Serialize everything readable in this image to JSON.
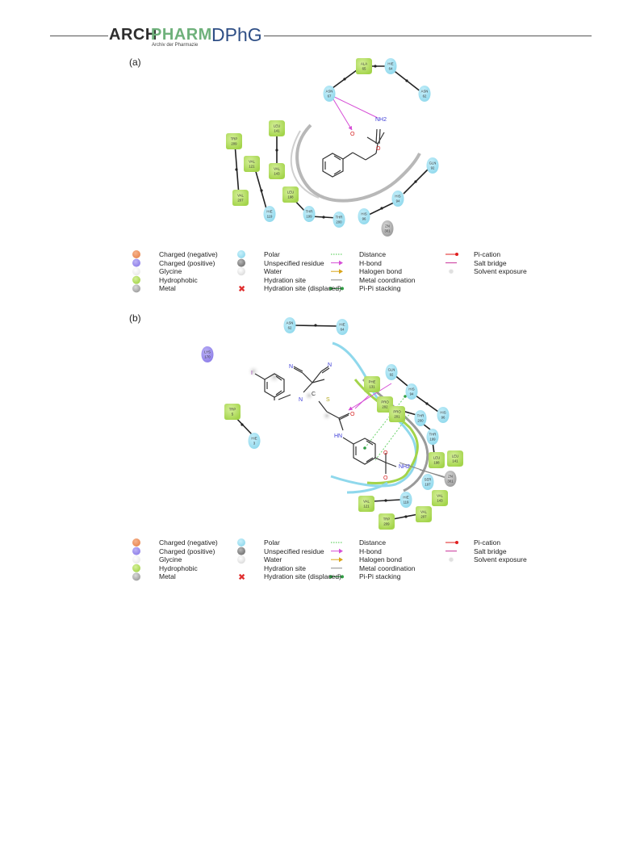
{
  "header": {
    "logo_arch": "ARCH",
    "logo_pharm": "PHARM",
    "logo_sub": "Archiv der Pharmazie",
    "logo_dphg": "DPhG"
  },
  "panels": [
    {
      "label": "(a)",
      "residues": [
        {
          "name": "ALA",
          "num": "65",
          "type": "hydrophobic"
        },
        {
          "name": "HIE",
          "num": "64",
          "type": "polar"
        },
        {
          "name": "ASN",
          "num": "67",
          "type": "polar"
        },
        {
          "name": "ASN",
          "num": "62",
          "type": "polar"
        },
        {
          "name": "TRP",
          "num": "209",
          "type": "hydrophobic"
        },
        {
          "name": "LEU",
          "num": "141",
          "type": "hydrophobic"
        },
        {
          "name": "VAL",
          "num": "121",
          "type": "hydrophobic"
        },
        {
          "name": "VAL",
          "num": "143",
          "type": "hydrophobic"
        },
        {
          "name": "VAL",
          "num": "207",
          "type": "hydrophobic"
        },
        {
          "name": "HIE",
          "num": "119",
          "type": "polar"
        },
        {
          "name": "LEU",
          "num": "198",
          "type": "hydrophobic"
        },
        {
          "name": "THR",
          "num": "199",
          "type": "polar"
        },
        {
          "name": "THR",
          "num": "200",
          "type": "polar"
        },
        {
          "name": "GLN",
          "num": "92",
          "type": "polar"
        },
        {
          "name": "HIS",
          "num": "94",
          "type": "polar"
        },
        {
          "name": "HIS",
          "num": "96",
          "type": "polar"
        },
        {
          "name": "ZN",
          "num": "301",
          "type": "metal"
        }
      ],
      "atoms": {
        "nh2": "NH2",
        "o_carbonyl": "O",
        "o_ester": "O"
      }
    },
    {
      "label": "(b)",
      "residues": [
        {
          "name": "ASN",
          "num": "62",
          "type": "polar"
        },
        {
          "name": "HIE",
          "num": "64",
          "type": "polar"
        },
        {
          "name": "LYS",
          "num": "170",
          "type": "charged_positive"
        },
        {
          "name": "GLN",
          "num": "92",
          "type": "polar"
        },
        {
          "name": "PHE",
          "num": "131",
          "type": "hydrophobic"
        },
        {
          "name": "HIS",
          "num": "94",
          "type": "polar"
        },
        {
          "name": "PRO",
          "num": "202",
          "type": "hydrophobic"
        },
        {
          "name": "PRO",
          "num": "201",
          "type": "hydrophobic"
        },
        {
          "name": "HIS",
          "num": "96",
          "type": "polar"
        },
        {
          "name": "THR",
          "num": "200",
          "type": "polar"
        },
        {
          "name": "TRP",
          "num": "5",
          "type": "hydrophobic"
        },
        {
          "name": "HIE",
          "num": "3",
          "type": "polar"
        },
        {
          "name": "THR",
          "num": "199",
          "type": "polar"
        },
        {
          "name": "LEU",
          "num": "198",
          "type": "hydrophobic"
        },
        {
          "name": "LEU",
          "num": "141",
          "type": "hydrophobic"
        },
        {
          "name": "SER",
          "num": "197",
          "type": "polar"
        },
        {
          "name": "ZN",
          "num": "301",
          "type": "metal"
        },
        {
          "name": "VAL",
          "num": "143",
          "type": "hydrophobic"
        },
        {
          "name": "VAL",
          "num": "121",
          "type": "hydrophobic"
        },
        {
          "name": "HIE",
          "num": "119",
          "type": "polar"
        },
        {
          "name": "VAL",
          "num": "207",
          "type": "hydrophobic"
        },
        {
          "name": "TRP",
          "num": "209",
          "type": "hydrophobic"
        }
      ],
      "atoms": {
        "iodo": "I",
        "n1": "N",
        "n2": "N",
        "n_amine": "N",
        "c_minus": "C",
        "s": "S",
        "o_amide": "O",
        "hn": "HN",
        "o_s1": "O",
        "o_s2": "O",
        "nh2": "NH2"
      }
    }
  ],
  "legend": {
    "col1": [
      "Charged (negative)",
      "Charged (positive)",
      "Glycine",
      "Hydrophobic",
      "Metal"
    ],
    "col2": [
      "Polar",
      "Unspecified residue",
      "Water",
      "Hydration site",
      "Hydration site (displaced)"
    ],
    "col3": [
      "Distance",
      "H-bond",
      "Halogen bond",
      "Metal coordination",
      "Pi-Pi stacking"
    ],
    "col4": [
      "Pi-cation",
      "Salt bridge",
      "Solvent exposure"
    ]
  },
  "colors": {
    "hydrophobic": "#a3d44a",
    "polar": "#8fd8ec",
    "metal": "#a9a9a9",
    "charged_negative": "#e8854f",
    "charged_positive": "#8c7de8",
    "glycine": "#f3f3f3",
    "unspecified": "#7d7d7d",
    "water": "#e4e4e4",
    "hbond": "#d64fd6",
    "pipi": "#2f9e44",
    "distance": "#6ad36a",
    "halogen": "#d9a51a",
    "pication": "#e02020",
    "saltbridge": "#c9349b",
    "metal_coord": "#888888",
    "pocket_gray": "#9a9a9a",
    "pocket_green": "#a3d44a",
    "pocket_cyan": "#8fd8ec"
  }
}
